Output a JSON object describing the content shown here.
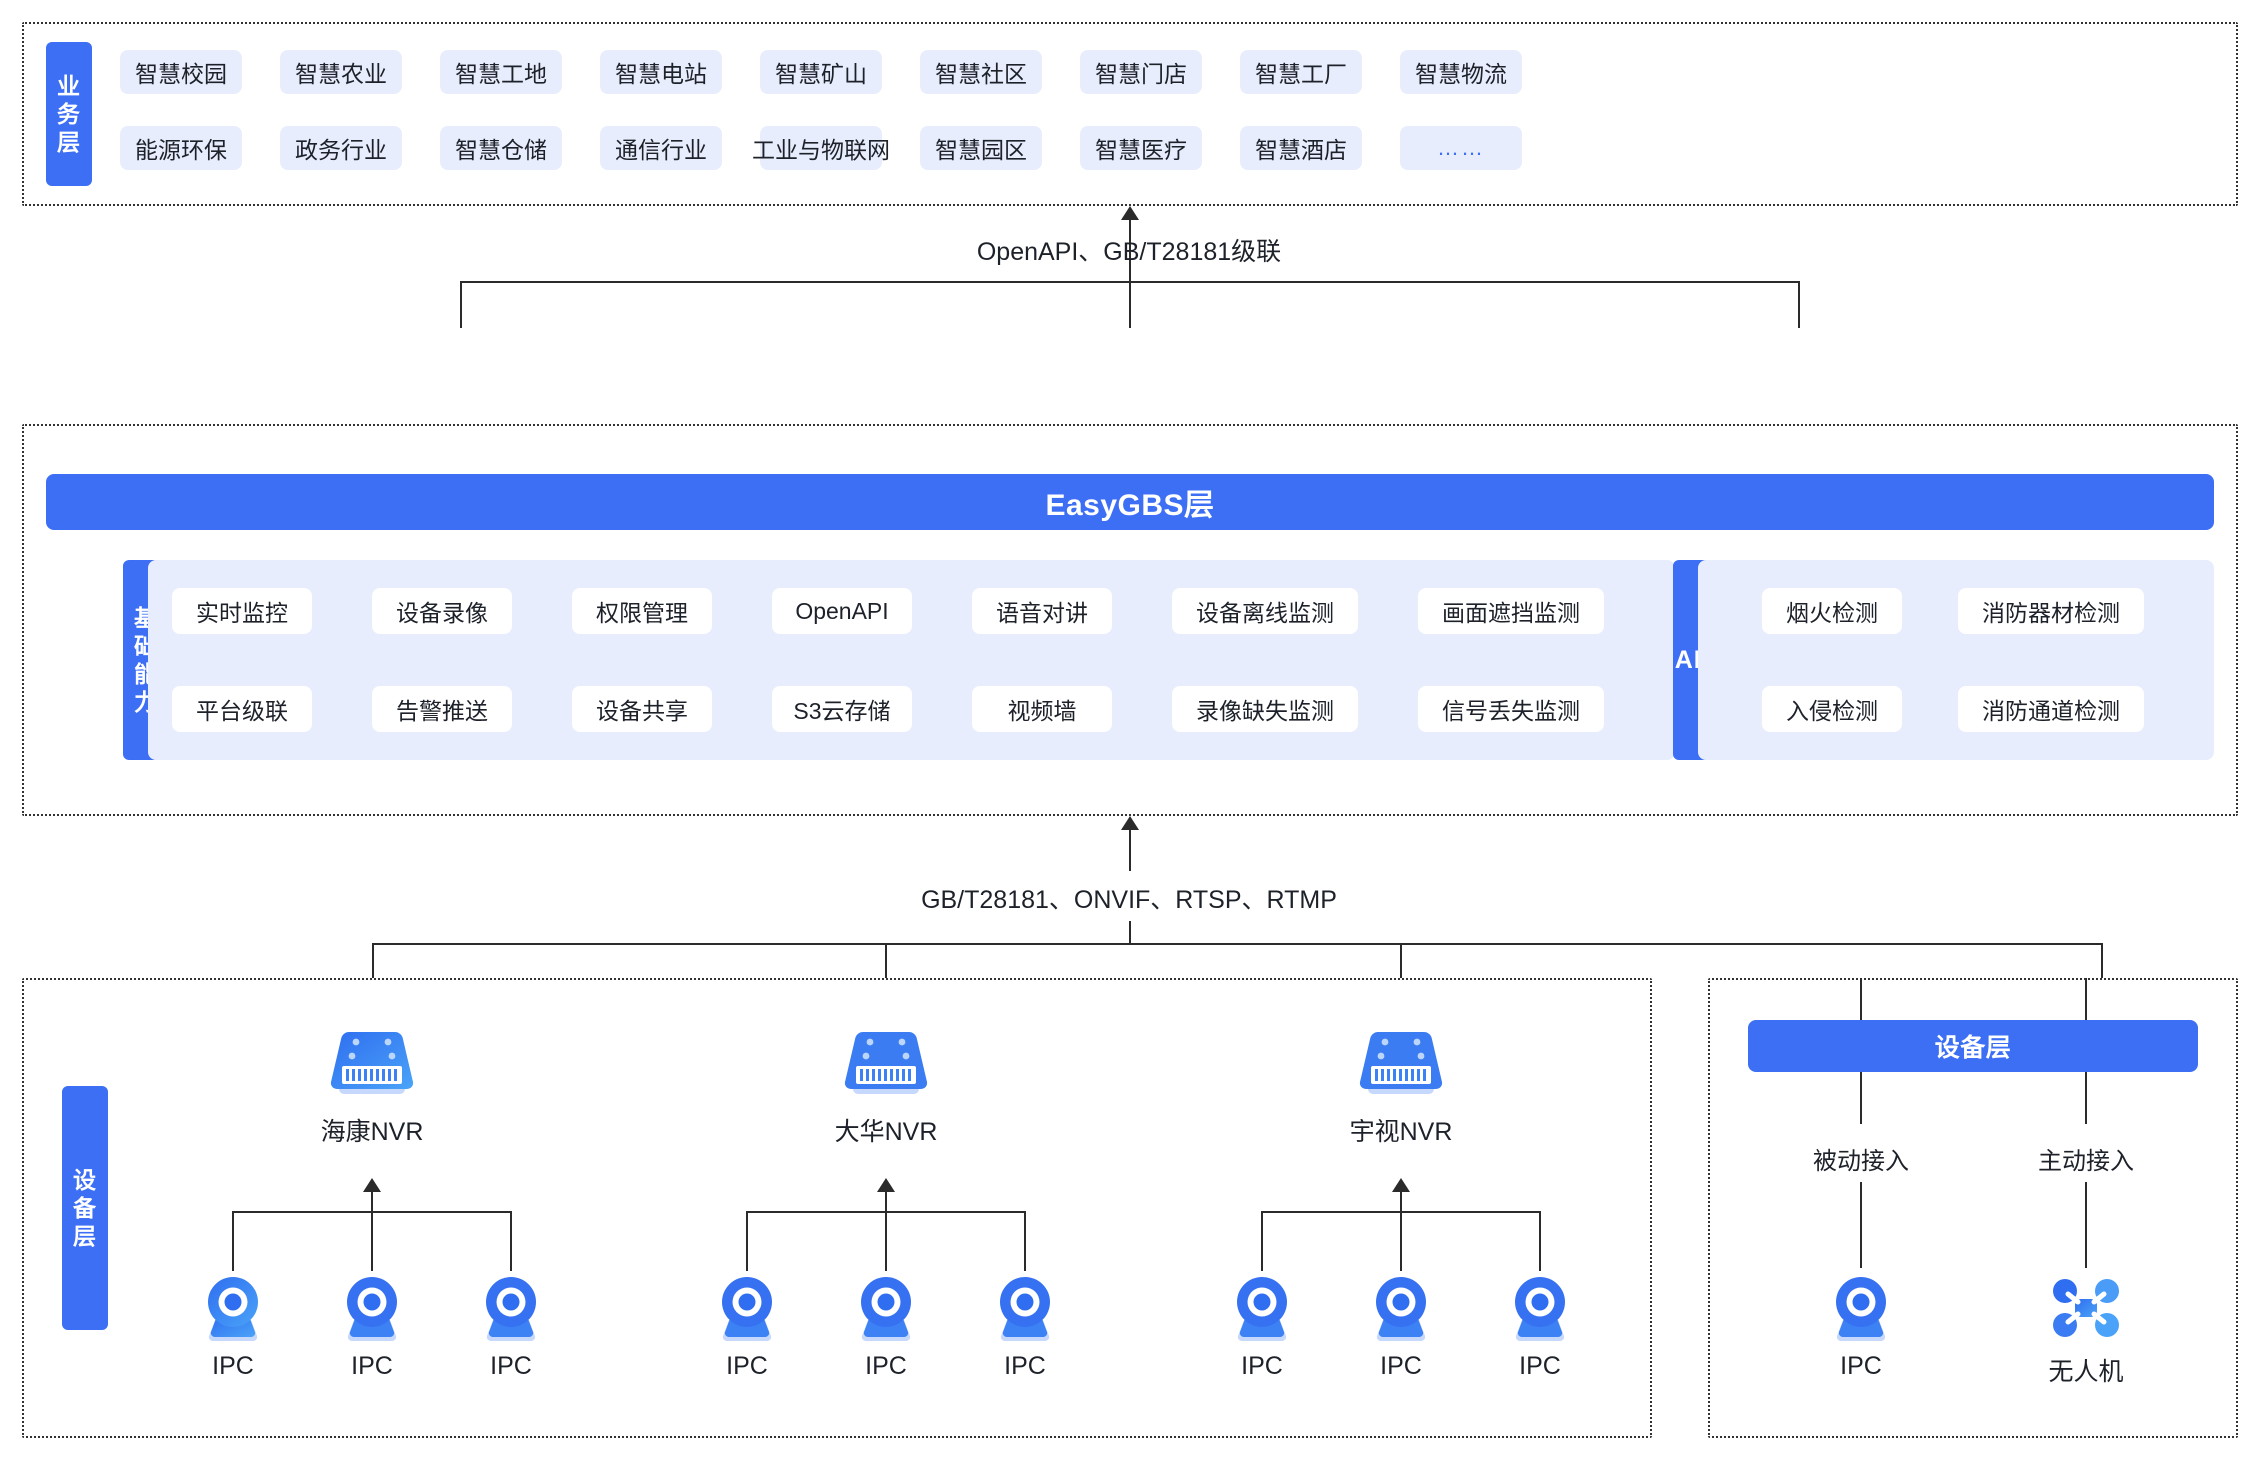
{
  "business_layer": {
    "label": "业务层",
    "row1": [
      "智慧校园",
      "智慧农业",
      "智慧工地",
      "智慧电站",
      "智慧矿山",
      "智慧社区",
      "智慧门店",
      "智慧工厂",
      "智慧物流"
    ],
    "row2": [
      "能源环保",
      "政务行业",
      "智慧仓储",
      "通信行业",
      "工业与物联网",
      "智慧园区",
      "智慧医疗",
      "智慧酒店",
      "……"
    ]
  },
  "connector_top": {
    "text": "OpenAPI、GB/T28181级联"
  },
  "platform_layer": {
    "title": "EasyGBS层",
    "capability_label": "基础能力",
    "capabilities_row1": [
      "实时监控",
      "设备录像",
      "权限管理",
      "OpenAPI",
      "语音对讲",
      "设备离线监测",
      "画面遮挡监测"
    ],
    "capabilities_row2": [
      "平台级联",
      "告警推送",
      "设备共享",
      "S3云存储",
      "视频墙",
      "录像缺失监测",
      "信号丢失监测"
    ],
    "ai_label": "AI+",
    "ai_row1": [
      "烟火检测",
      "消防器材检测"
    ],
    "ai_row2": [
      "入侵检测",
      "消防通道检测"
    ]
  },
  "connector_bottom": {
    "text": "GB/T28181、ONVIF、RTSP、RTMP"
  },
  "device_layer_left": {
    "label": "设备层",
    "nvrs": [
      {
        "name": "海康NVR",
        "icon": "nvr-icon",
        "children": [
          "IPC",
          "IPC",
          "IPC"
        ]
      },
      {
        "name": "大华NVR",
        "icon": "nvr-icon",
        "children": [
          "IPC",
          "IPC",
          "IPC"
        ]
      },
      {
        "name": "宇视NVR",
        "icon": "nvr-icon",
        "children": [
          "IPC",
          "IPC",
          "IPC"
        ]
      }
    ]
  },
  "device_layer_right": {
    "title": "设备层",
    "branches": [
      {
        "mode": "被动接入",
        "device": "IPC",
        "icon": "ipc-camera-icon"
      },
      {
        "mode": "主动接入",
        "device": "无人机",
        "icon": "drone-icon"
      }
    ]
  },
  "colors": {
    "brand_blue": "#3d6ff5",
    "chip_bg": "#e8edfd",
    "line": "#2b2b2b",
    "text": "#1d2129"
  }
}
